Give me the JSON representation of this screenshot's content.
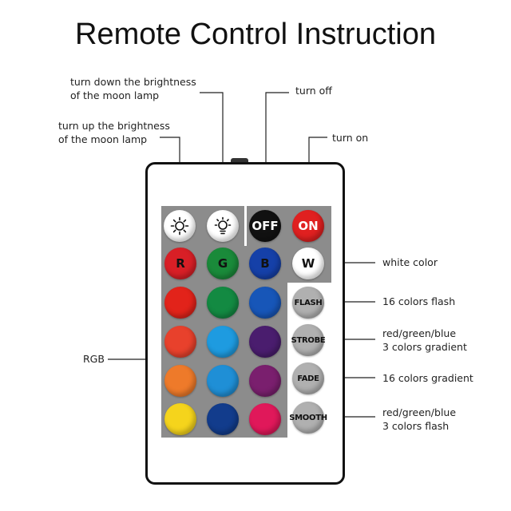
{
  "title": "Remote Control Instruction",
  "labels": {
    "brightness_down": "turn down the brightness\nof the moon lamp",
    "brightness_up": "turn up the brightness\nof the moon lamp",
    "turn_off": "turn off",
    "turn_on": "turn on",
    "white_color": "white color",
    "flash": "16 colors flash",
    "strobe": "red/green/blue\n3 colors gradient",
    "fade": "16 colors gradient",
    "smooth": "red/green/blue\n3 colors flash",
    "rgb": "RGB"
  },
  "buttons": {
    "off": "OFF",
    "on": "ON",
    "r": "R",
    "g": "G",
    "b": "B",
    "w": "W",
    "flash": "FLASH",
    "strobe": "STROBE",
    "fade": "FADE",
    "smooth": "SMOOTH"
  },
  "icons": {
    "brightness_up": "sun-bright-icon",
    "brightness_down": "sun-dim-icon"
  },
  "colors": {
    "grid": [
      [
        "#d81f26",
        "#1a8a3a",
        "#1540a8"
      ],
      [
        "#e2231a",
        "#138a42",
        "#1756b8"
      ],
      [
        "#e8412c",
        "#1e9be0",
        "#4a1d6e"
      ],
      [
        "#ee7a2a",
        "#1f8fd6",
        "#7a1f6e"
      ],
      [
        "#f5d41c",
        "#123c8c",
        "#e0185a"
      ]
    ],
    "off": "#111111",
    "on": "#e02020",
    "white": "#ffffff",
    "mode": "#b0b0b0",
    "panel": "#8c8c8c"
  }
}
